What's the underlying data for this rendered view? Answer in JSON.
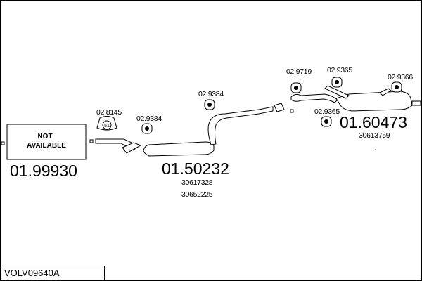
{
  "header": {
    "code": "VOLV09640A"
  },
  "front_section": {
    "box_label_line1": "NOT",
    "box_label_line2": "AVAILABLE",
    "number": "01.99930"
  },
  "middle_section": {
    "number": "01.50232",
    "oe_numbers": [
      "30617328",
      "30652225"
    ],
    "clamp_label": "02.8145",
    "hanger_label_1": "02.9384",
    "hanger_label_2": "02.9384",
    "clamp_badge": "51"
  },
  "rear_section": {
    "number": "01.60473",
    "oe_numbers": [
      "30613759"
    ],
    "hanger_label_1": "02.9719",
    "hanger_label_2": "02.9365",
    "hanger_label_3": "02.9366",
    "hanger_label_4": "02.9365"
  }
}
